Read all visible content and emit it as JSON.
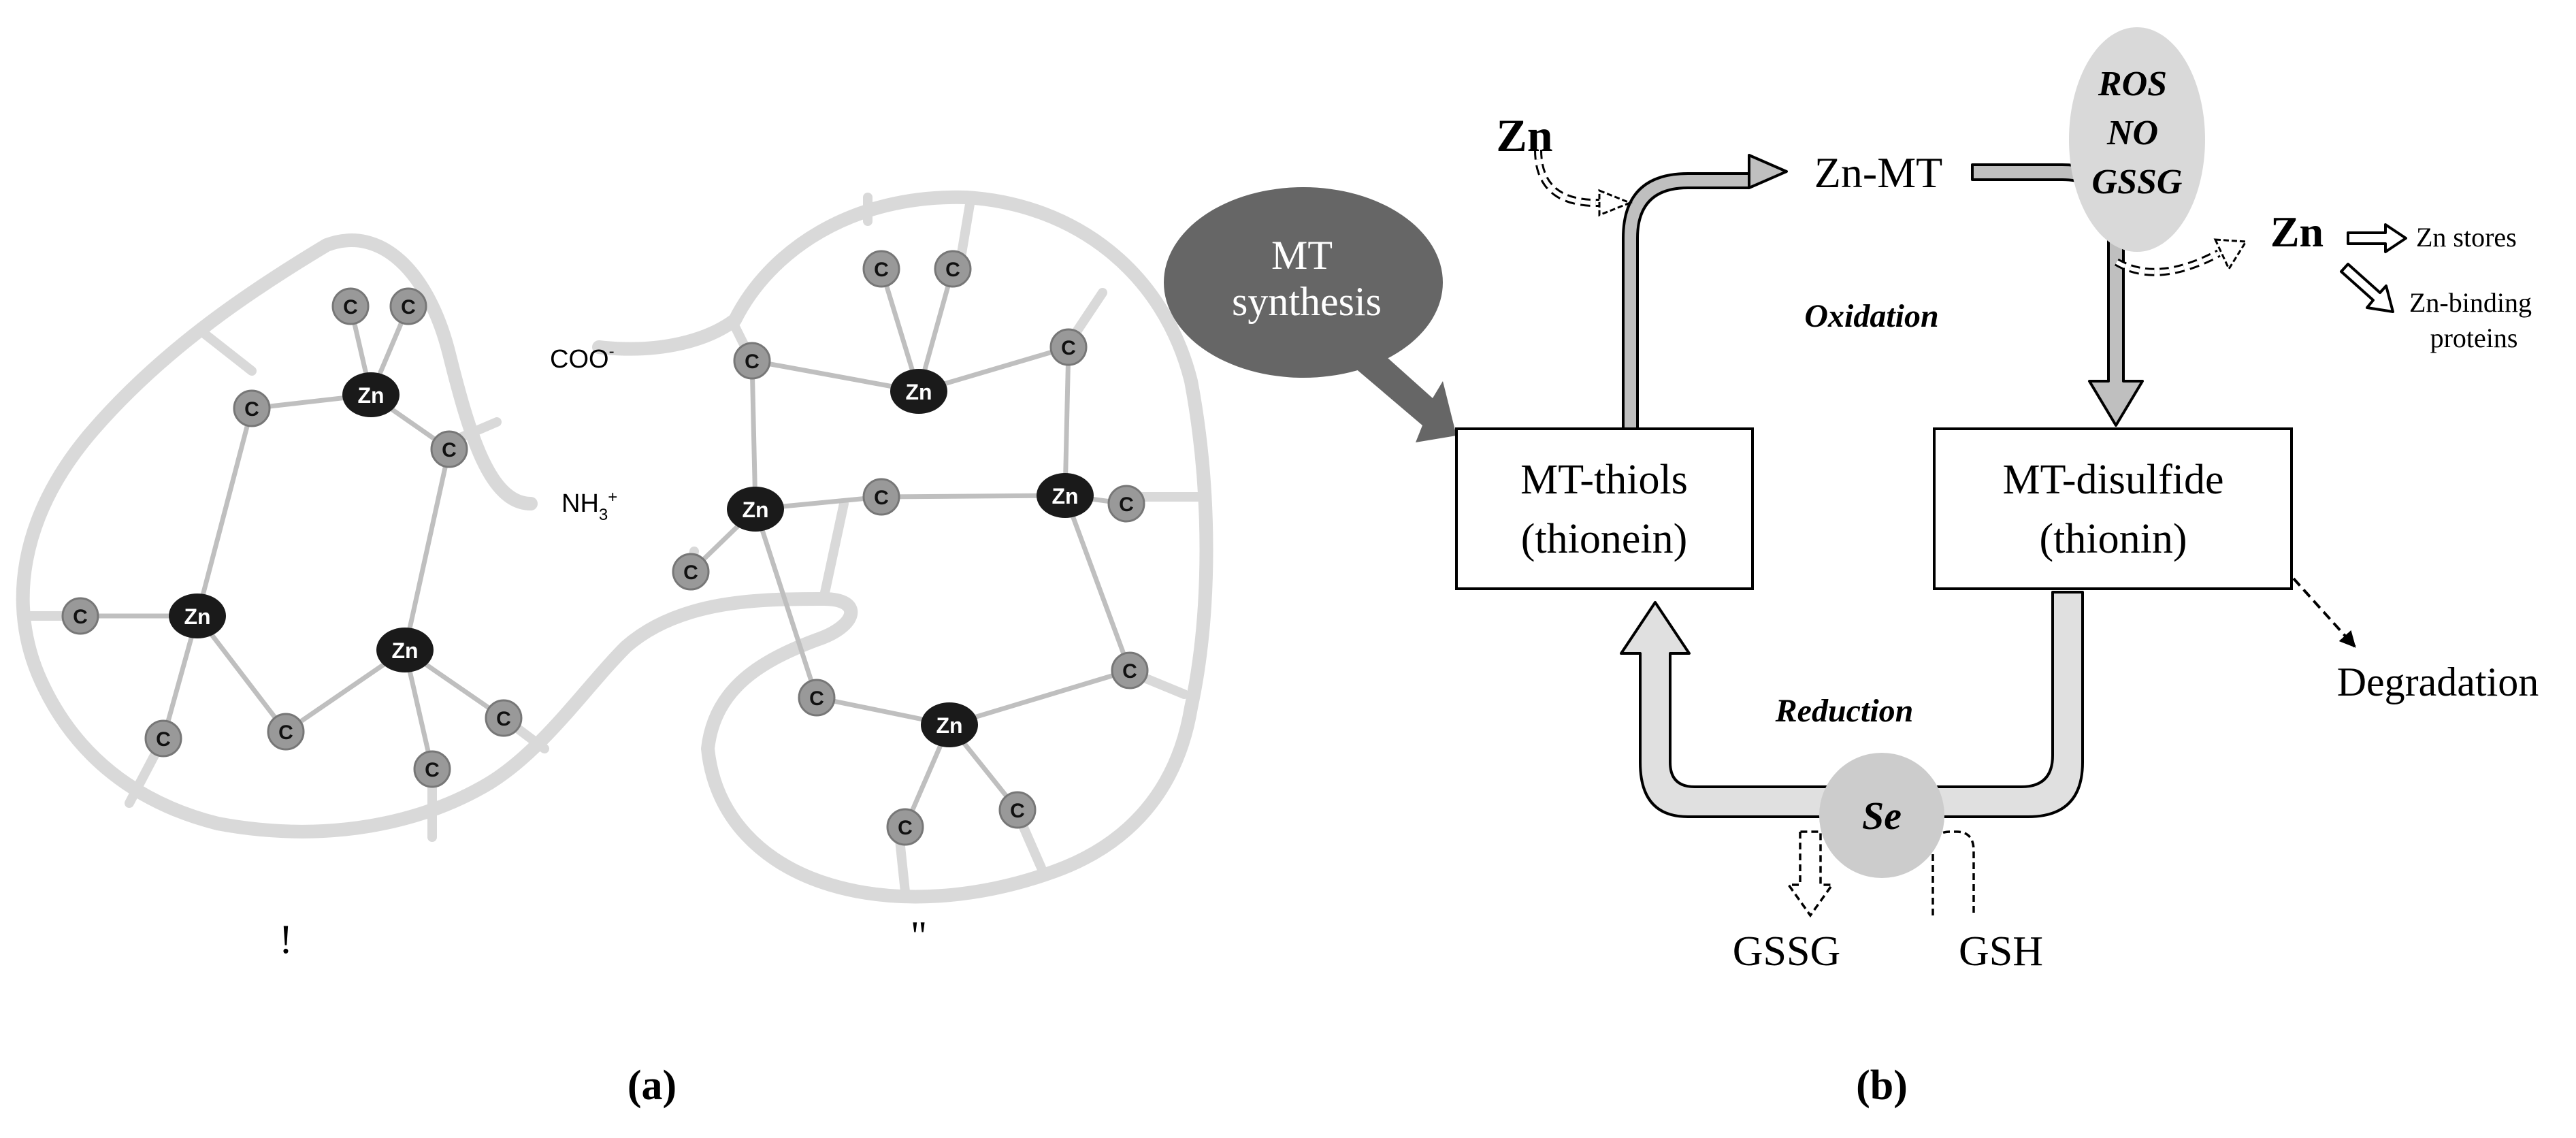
{
  "panel_a": {
    "caption": "(a)",
    "domain_alpha_label": "!",
    "domain_beta_label": "\"",
    "cooh_label": "COO",
    "cooh_superscript": "-",
    "nh3_label": "NH",
    "nh3_subscript": "3",
    "nh3_superscript": "+",
    "zn_label": "Zn",
    "cys_label": "C",
    "colors": {
      "backbone": "#d9d9d9",
      "bond": "#bfbfbf",
      "zinc": "#1a1a1a",
      "cysteine": "#999999"
    }
  },
  "panel_b": {
    "caption": "(b)",
    "zn_input": "Zn",
    "zn_mt": "Zn-MT",
    "mt_synthesis_line1": "MT",
    "mt_synthesis_line2": "synthesis",
    "oxidation": "Oxidation",
    "reduction": "Reduction",
    "ros_lines": [
      "ROS",
      "NO",
      "GSSG"
    ],
    "zn_released": "Zn",
    "zn_stores": "Zn stores",
    "zn_binding_line1": "Zn-binding",
    "zn_binding_line2": "proteins",
    "mt_thiols_line1": "MT-thiols",
    "mt_thiols_line2": "(thionein)",
    "mt_disulfide_line1": "MT-disulfide",
    "mt_disulfide_line2": "(thionin)",
    "degradation": "Degradation",
    "se": "Se",
    "gssg": "GSSG",
    "gsh": "GSH",
    "colors": {
      "synthesis_ellipse": "#666666",
      "ros_ellipse": "#d9d9d9",
      "arrow_fill": "#bfbfbf",
      "reduction_fill": "#e0e0e0",
      "se_fill": "#cccccc"
    }
  }
}
